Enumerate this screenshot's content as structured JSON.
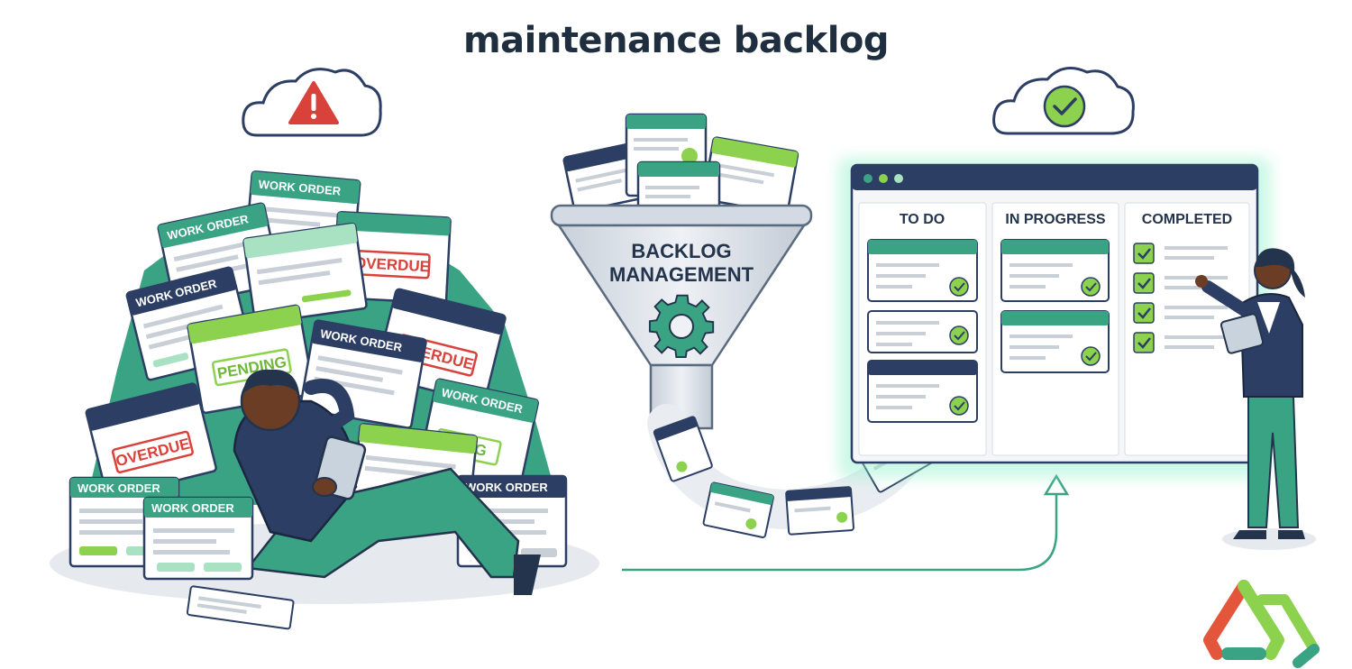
{
  "title": "maintenance backlog",
  "backlog_pile": {
    "work_order_label": "WORK ORDER",
    "overdue_label": "OVERDUE",
    "pending_label": "PENDING",
    "pending_partial_label": "DING",
    "alert_icon": "warning-triangle-icon"
  },
  "funnel": {
    "line1": "BACKLOG",
    "line2": "MANAGEMENT",
    "icon": "gear-icon"
  },
  "kanban": {
    "columns": [
      "TO DO",
      "IN PROGRESS",
      "COMPLETED"
    ],
    "success_icon": "check-circle-icon"
  },
  "colors": {
    "navy": "#2c3e63",
    "teal": "#3aaa8a",
    "green": "#8cd24e",
    "red": "#d9423b",
    "funnel": "#dde3ea"
  }
}
